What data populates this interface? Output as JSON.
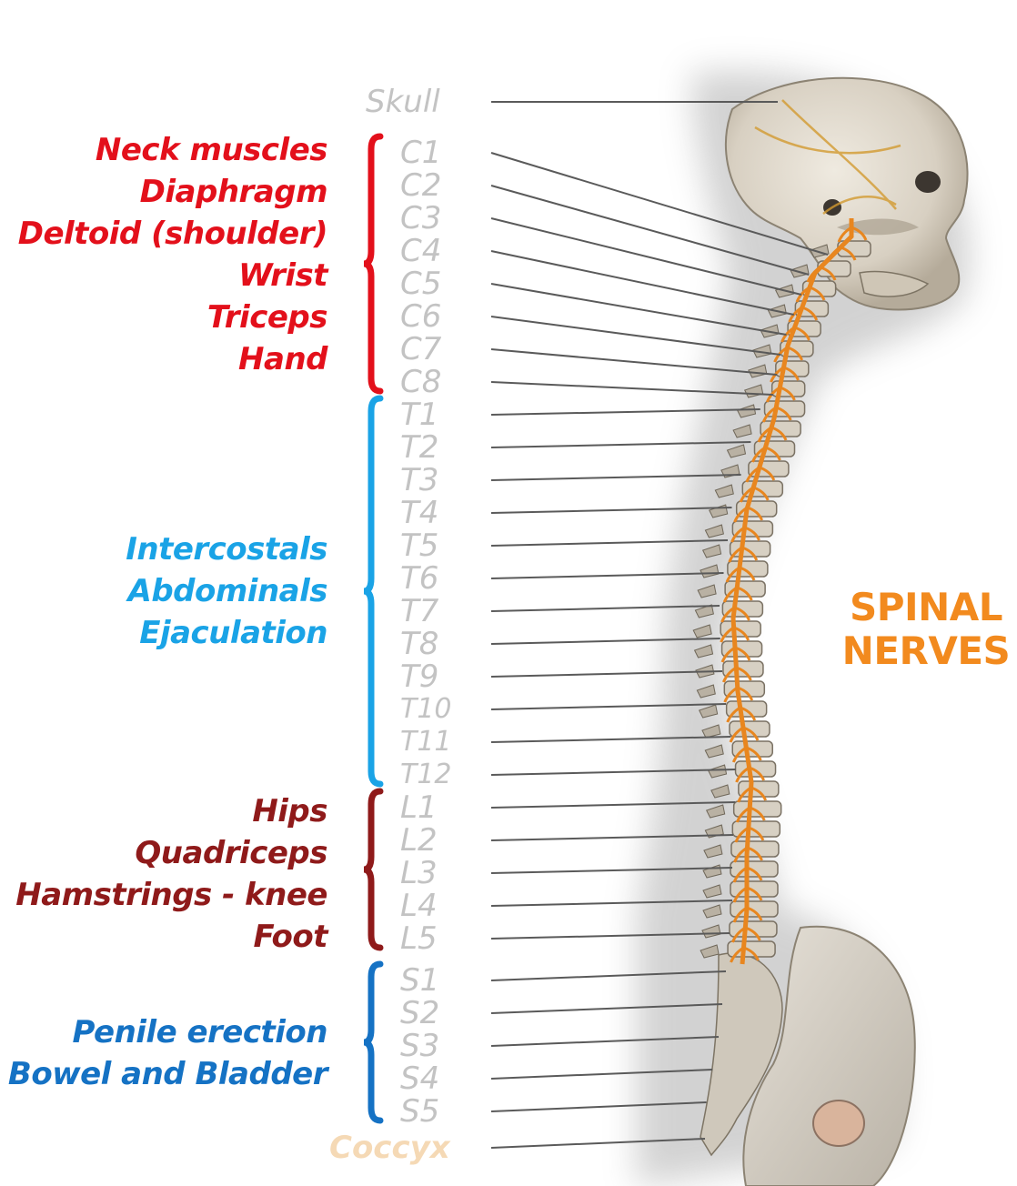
{
  "title": {
    "line1": "SPINAL",
    "line2": "NERVES"
  },
  "colors": {
    "cervical": "#e3101b",
    "thoracic": "#1aa3e6",
    "lumbar": "#8f1a1a",
    "sacral": "#1572c4",
    "segment_label": "#c3c3c3",
    "coccyx_label": "#f5d9b5",
    "title": "#f28a1e",
    "nerve": "#e8861f"
  },
  "groups": [
    {
      "id": "cervical",
      "color": "#e3101b",
      "functions": [
        "Neck muscles",
        "Diaphragm",
        "Deltoid (shoulder)",
        "Wrist",
        "Triceps",
        "Hand"
      ]
    },
    {
      "id": "thoracic",
      "color": "#1aa3e6",
      "functions": [
        "Intercostals",
        "Abdominals",
        "Ejaculation"
      ]
    },
    {
      "id": "lumbar",
      "color": "#8f1a1a",
      "functions": [
        "Hips",
        "Quadriceps",
        "Hamstrings - knee",
        "Foot"
      ]
    },
    {
      "id": "sacral",
      "color": "#1572c4",
      "functions": [
        "Penile erection",
        "Bowel and Bladder"
      ]
    }
  ],
  "segments": [
    "Skull",
    "C1",
    "C2",
    "C3",
    "C4",
    "C5",
    "C6",
    "C7",
    "C8",
    "T1",
    "T2",
    "T3",
    "T4",
    "T5",
    "T6",
    "T7",
    "T8",
    "T9",
    "T10",
    "T11",
    "T12",
    "L1",
    "L2",
    "L3",
    "L4",
    "L5",
    "S1",
    "S2",
    "S3",
    "S4",
    "S5",
    "Coccyx"
  ]
}
